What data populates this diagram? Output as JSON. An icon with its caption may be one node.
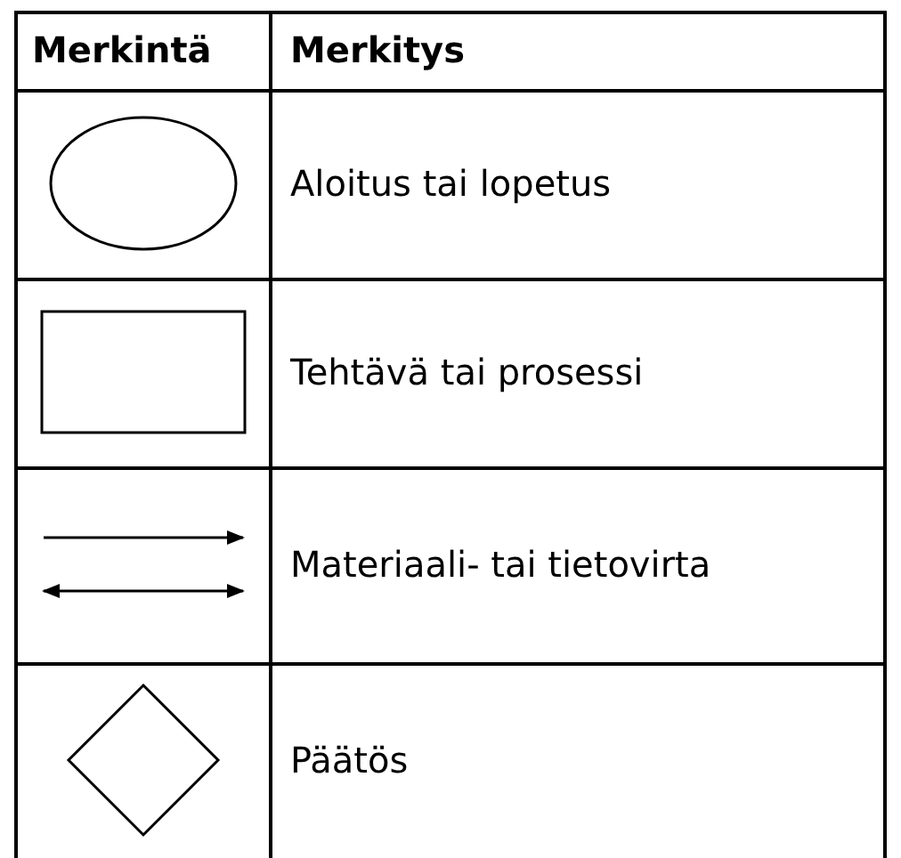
{
  "diagram": {
    "nodes": [
      {
        "text": [],
        "shape": "ellipse"
      },
      {
        "text": [],
        "shape": "box"
      },
      {
        "text": [],
        "shape": "diamond"
      }
    ],
    "labels": [
      "Merkintä",
      "Merkitys"
    ],
    "legend": [
      {
        "text": "Aloitus tai lopetus"
      },
      {
        "text": "Tehtävä tai prosessi"
      },
      {
        "text": "Materiaali- tai tietovirta"
      },
      {
        "text": "Päätös"
      }
    ]
  }
}
